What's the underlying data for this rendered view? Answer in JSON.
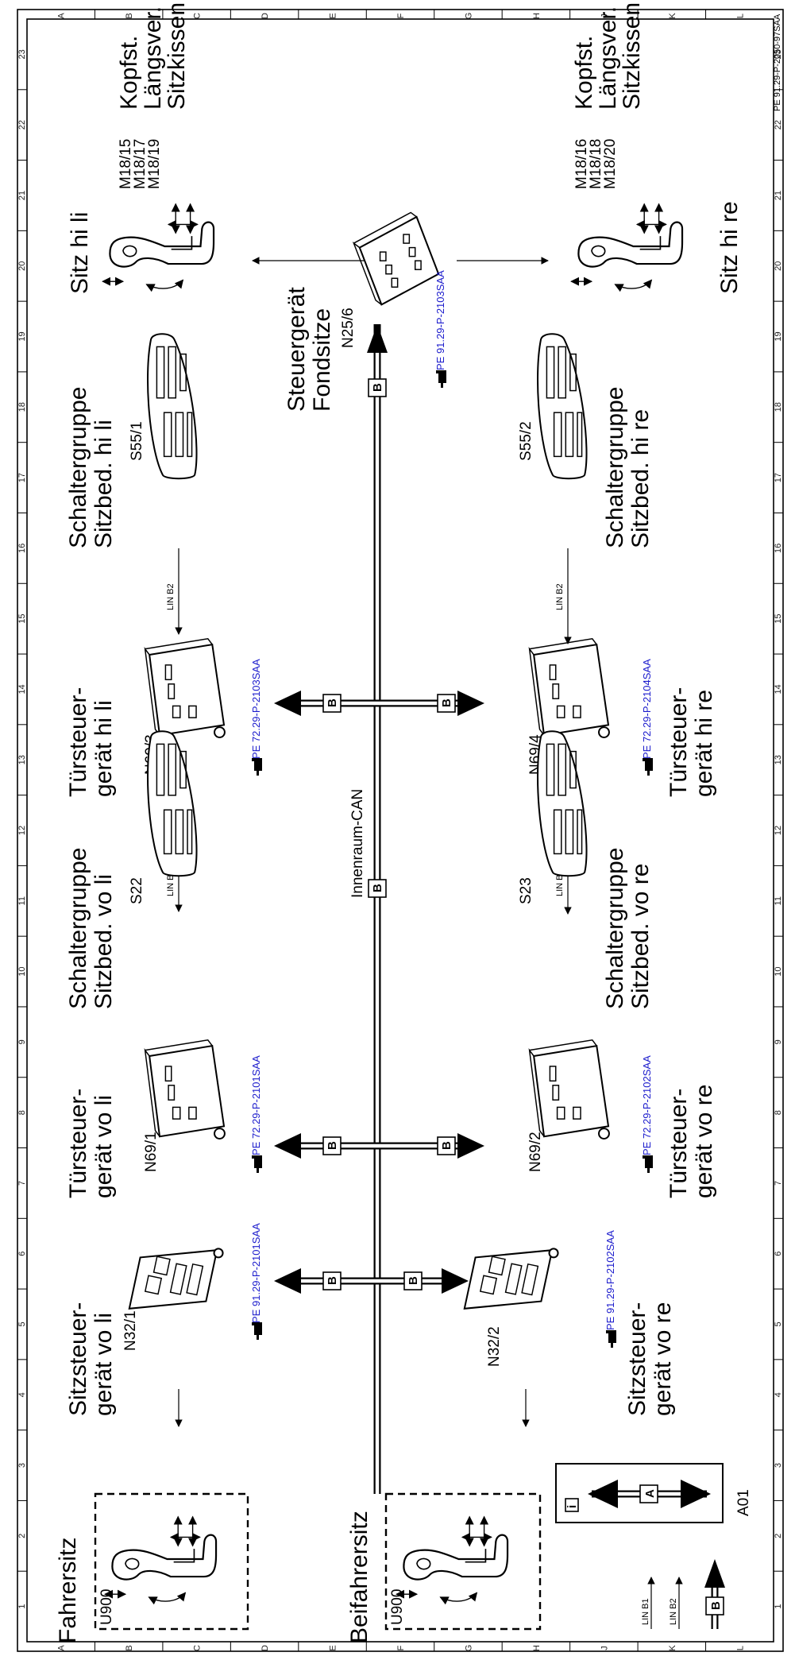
{
  "doc_ref": "PE 91.29-P-2050-97SAA",
  "grid": {
    "rows": [
      "A",
      "B",
      "C",
      "D",
      "E",
      "F",
      "G",
      "H",
      "J",
      "K",
      "L"
    ],
    "cols": [
      "1",
      "2",
      "3",
      "4",
      "5",
      "6",
      "7",
      "8",
      "9",
      "10",
      "11",
      "12",
      "13",
      "14",
      "15",
      "16",
      "17",
      "18",
      "19",
      "20",
      "21",
      "22",
      "23"
    ]
  },
  "seats": {
    "driver": {
      "title": "Fahrersitz",
      "code": "U900"
    },
    "passenger": {
      "title": "Beifahrersitz",
      "code": "U900"
    },
    "rear_left": {
      "title": "Sitz hi li",
      "codes": [
        "M18/15",
        "M18/17",
        "M18/19"
      ],
      "labels": [
        "Kopfst.",
        "Längsver.",
        "Sitzkissen"
      ]
    },
    "rear_right": {
      "title": "Sitz hi re",
      "codes": [
        "M18/16",
        "M18/18",
        "M18/20"
      ],
      "labels": [
        "Kopfst.",
        "Längsver.",
        "Sitzkissen"
      ]
    }
  },
  "modules": {
    "n32_1": {
      "title_lines": [
        "Sitzsteuer-",
        "gerät vo li"
      ],
      "code": "N32/1",
      "ref": "PE 91.29-P-2101SAA"
    },
    "n32_2": {
      "title_lines": [
        "Sitzsteuer-",
        "gerät vo re"
      ],
      "code": "N32/2",
      "ref": "PE 91.29-P-2102SAA"
    },
    "n69_1": {
      "title_lines": [
        "Türsteuer-",
        "gerät vo li"
      ],
      "code": "N69/1",
      "ref": "PE 72.29-P-2101SAA"
    },
    "n69_2": {
      "title_lines": [
        "Türsteuer-",
        "gerät vo re"
      ],
      "code": "N69/2",
      "ref": "PE 72.29-P-2102SAA"
    },
    "n69_3": {
      "title_lines": [
        "Türsteuer-",
        "gerät hi li"
      ],
      "code": "N69/3",
      "ref": "PE 72.29-P-2103SAA"
    },
    "n69_4": {
      "title_lines": [
        "Türsteuer-",
        "gerät hi re"
      ],
      "code": "N69/4",
      "ref": "PE 72.29-P-2104SAA"
    },
    "s22": {
      "title_lines": [
        "Schaltergruppe",
        "Sitzbed. vo li"
      ],
      "code": "S22"
    },
    "s23": {
      "title_lines": [
        "Schaltergruppe",
        "Sitzbed. vo re"
      ],
      "code": "S23"
    },
    "s55_1": {
      "title_lines": [
        "Schaltergruppe",
        "Sitzbed. hi li"
      ],
      "code": "S55/1"
    },
    "s55_2": {
      "title_lines": [
        "Schaltergruppe",
        "Sitzbed. hi re"
      ],
      "code": "S55/2"
    },
    "n25_6": {
      "title_lines": [
        "Steuergerät",
        "Fondsitze"
      ],
      "code": "N25/6",
      "ref": "PE 91.29-P-2103SAA"
    }
  },
  "bus": {
    "name": "Innenraum-CAN",
    "marker": "B"
  },
  "lin": {
    "b1": "LIN B1",
    "b2": "LIN B2"
  },
  "legend": {
    "id": "A01",
    "info_icon": "i",
    "marker_a": "A",
    "lin_b1": "LIN B1",
    "lin_b2": "LIN B2",
    "marker_b": "B"
  },
  "icons": {
    "doc_ref": "pointing-hand-icon"
  },
  "colors": {
    "line": "#000000",
    "reference_link": "#1a1acc",
    "background": "#ffffff"
  }
}
